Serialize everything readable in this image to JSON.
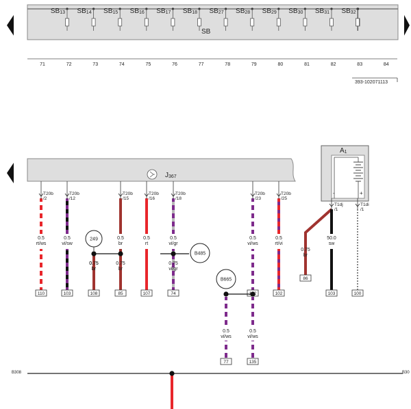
{
  "fuse_panel": {
    "fuses": [
      {
        "label": "SB",
        "sub": "13"
      },
      {
        "label": "SB",
        "sub": "14"
      },
      {
        "label": "SB",
        "sub": "15"
      },
      {
        "label": "SB",
        "sub": "16"
      },
      {
        "label": "SB",
        "sub": "17"
      },
      {
        "label": "SB",
        "sub": "18"
      },
      {
        "label": "SB",
        "sub": "27"
      },
      {
        "label": "SB",
        "sub": "28"
      },
      {
        "label": "SB",
        "sub": "29"
      },
      {
        "label": "SB",
        "sub": "30"
      },
      {
        "label": "SB",
        "sub": "31"
      },
      {
        "label": "SB",
        "sub": "32"
      }
    ],
    "center_label": "SB"
  },
  "track_numbers": [
    "71",
    "72",
    "73",
    "74",
    "75",
    "76",
    "77",
    "78",
    "79",
    "80",
    "81",
    "82",
    "83",
    "84"
  ],
  "doc_code": "393-102071113",
  "control_unit": {
    "label": "J",
    "sub": "367"
  },
  "battery": {
    "label": "A",
    "sub": "1",
    "minus": "-",
    "plus": "+"
  },
  "connectors": [
    {
      "pin": "T20b",
      "num": "/2"
    },
    {
      "pin": "T20b",
      "num": "/12"
    },
    {
      "pin": "T20b",
      "num": "/15"
    },
    {
      "pin": "T20b",
      "num": "/16"
    },
    {
      "pin": "T20b",
      "num": "/18"
    },
    {
      "pin": "T20b",
      "num": "/23"
    },
    {
      "pin": "T20b",
      "num": "/25"
    }
  ],
  "battery_terminals": [
    {
      "pin": "T1dj",
      "num": "/1"
    },
    {
      "pin": "T1di",
      "num": "/1"
    }
  ],
  "wires": [
    {
      "size": "0.5",
      "color": "rt/ws",
      "ref": "110"
    },
    {
      "size": "0.5",
      "color": "vi/sw",
      "ref": "103"
    },
    {
      "size": "0.75",
      "color": "br",
      "ref": "108"
    },
    {
      "size": "0.5",
      "color": "br",
      "ref": "85"
    },
    {
      "size": "0.5",
      "color": "rt",
      "ref": "107"
    },
    {
      "size": "0.5",
      "color": "vi/gr",
      "ref": "74"
    },
    {
      "size": "0.5",
      "color": "vi/ws",
      "ref": "102"
    },
    {
      "size": "0.5",
      "color": "rt/vi",
      "ref": "102"
    },
    {
      "size": "0.75",
      "color": "br",
      "ref": "86"
    },
    {
      "size": "50.0",
      "color": "sw",
      "ref": "103"
    },
    {
      "size": "",
      "color": "",
      "ref": "100"
    }
  ],
  "branch_wires": [
    {
      "size": "0.75",
      "color": "br"
    },
    {
      "size": "0.75",
      "color": "vi/gr"
    },
    {
      "size": "0.5",
      "color": "vi/ws",
      "ref": "77"
    },
    {
      "size": "0.5",
      "color": "vi/ws",
      "ref": "135"
    }
  ],
  "junctions": [
    "249",
    "B485",
    "B665"
  ],
  "ground_bus": {
    "left": "B308",
    "right": "B30"
  },
  "colors": {
    "red": "#e8262b",
    "brown": "#a0332f",
    "violet": "#7e2b8c",
    "black": "#111111",
    "panel": "#dedede"
  }
}
